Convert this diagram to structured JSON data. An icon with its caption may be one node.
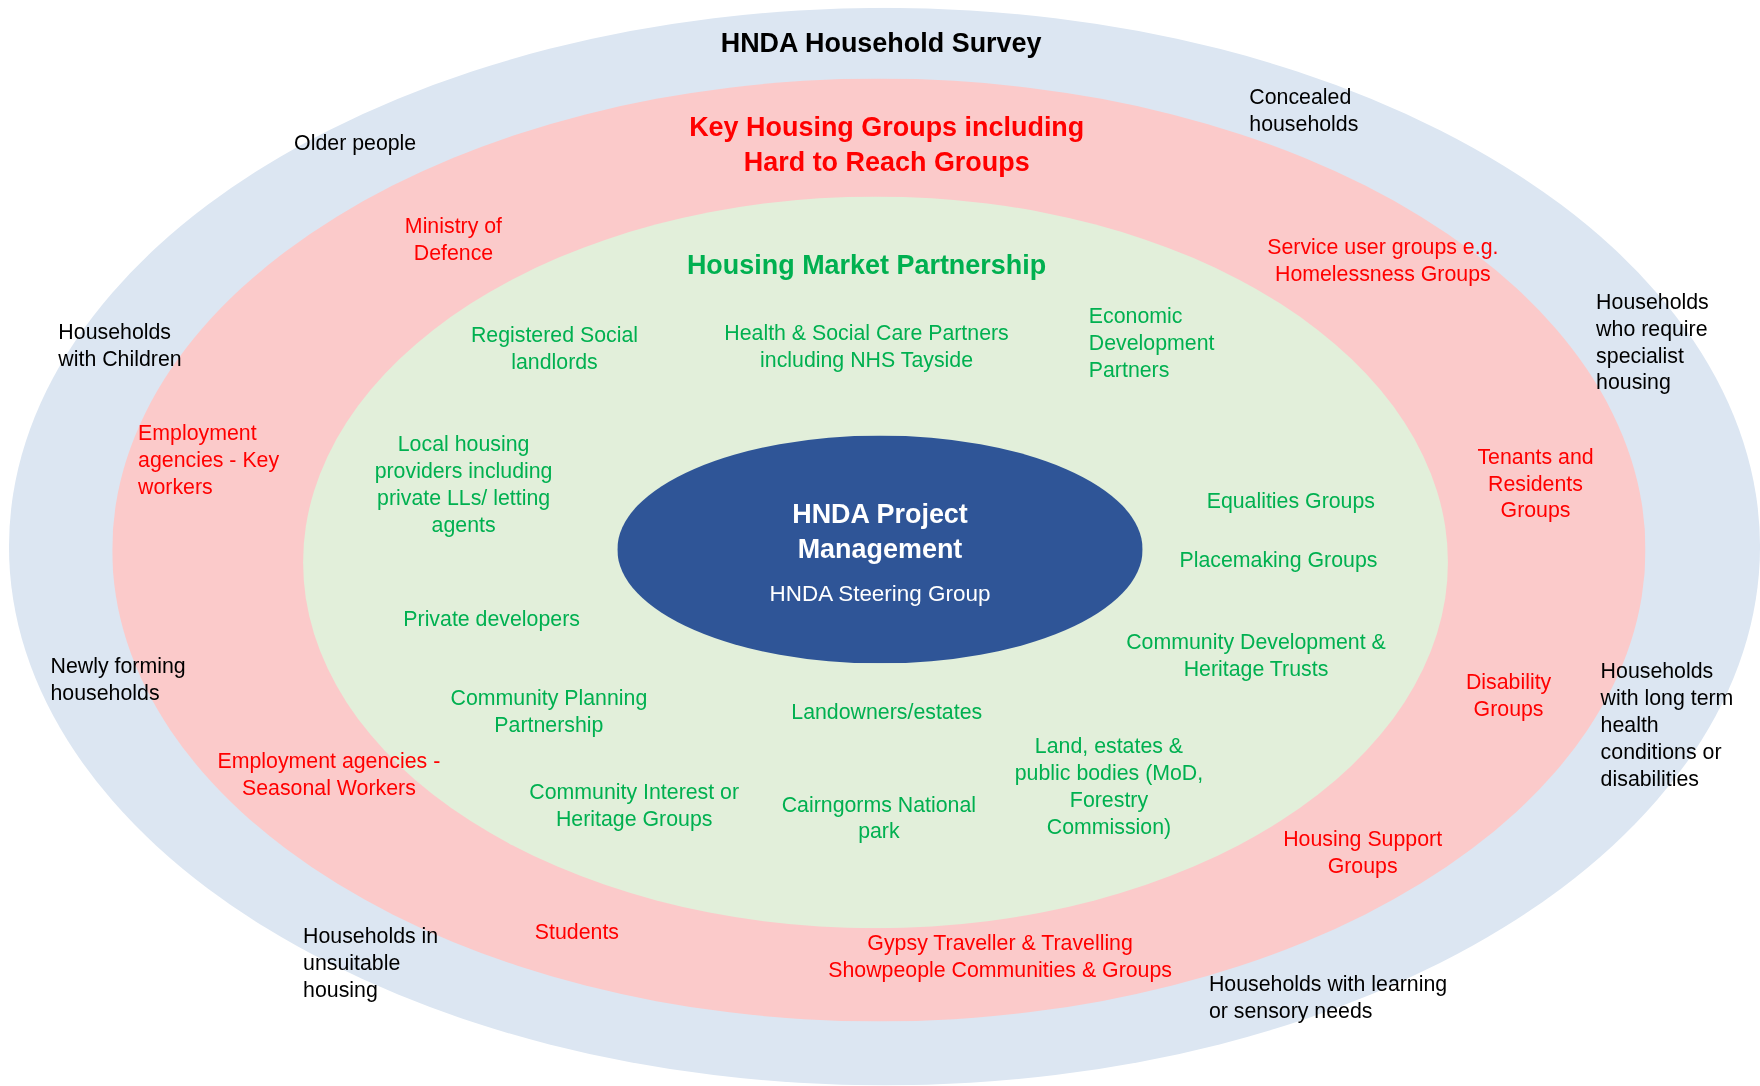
{
  "diagram": {
    "nodes": [
      {
        "text": [
          "HNDA Household Survey",
          "Older people",
          "Concealed households",
          "Households with Children",
          "Households who require specialist housing",
          "Newly forming households",
          "Households with long term health conditions or disabilities",
          "Households in unsuitable housing",
          "Households with learning or sensory needs"
        ]
      },
      {
        "text": [
          "Key Housing Groups including Hard to Reach Groups",
          "Ministry of Defence",
          "Service user groups e.g. Homelessness Groups",
          "Employment agencies - Key workers",
          "Tenants and Residents Groups",
          "Disability Groups",
          "Employment agencies - Seasonal Workers",
          "Housing Support Groups",
          "Students",
          "Gypsy Traveller & Travelling Showpeople Communities & Groups"
        ],
        "in": 0
      },
      {
        "text": [
          "Housing Market Partnership",
          "Registered Social landlords",
          "Health & Social Care Partners including NHS Tayside",
          "Economic Development Partners",
          "Local housing providers including private LLs/ letting agents",
          "Equalities Groups",
          "Placemaking Groups",
          "Private developers",
          "Community Development & Heritage Trusts",
          "Community Planning Partnership",
          "Landowners/estates",
          "Land, estates & public bodies (MoD, Forestry Commission)",
          "Community Interest or Heritage Groups",
          "Cairngorms National park"
        ],
        "in": 1
      },
      {
        "text": [
          "HNDA Project Management",
          "HNDA Steering Group"
        ],
        "in": 2
      }
    ]
  }
}
